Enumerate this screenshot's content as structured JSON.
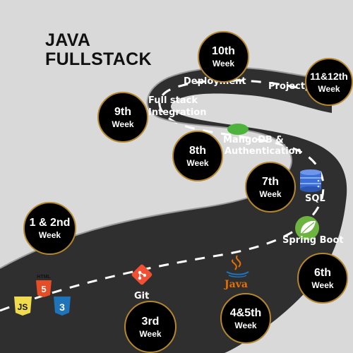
{
  "title": {
    "line1": "JAVA",
    "line2": "FULLSTACK"
  },
  "colors": {
    "background": "#d9d9d9",
    "road": "#2f2f2f",
    "road_dash": "#ffffff",
    "badge_fill": "#000000",
    "badge_border": "#b5872d",
    "mongo": "#4db33d",
    "spring": "#6db33f",
    "git": "#f05033",
    "java": "#e76f00",
    "html": "#e44d26",
    "css": "#1f73b8",
    "js": "#f0db4f",
    "sql": "#3b6fd9"
  },
  "milestones": [
    {
      "id": "w1-2",
      "number": "1 & 2nd",
      "unit": "Week"
    },
    {
      "id": "w3",
      "number": "3rd",
      "unit": "Week"
    },
    {
      "id": "w4-5",
      "number": "4&5th",
      "unit": "Week"
    },
    {
      "id": "w6",
      "number": "6th",
      "unit": "Week"
    },
    {
      "id": "w7",
      "number": "7th",
      "unit": "Week"
    },
    {
      "id": "w8",
      "number": "8th",
      "unit": "Week"
    },
    {
      "id": "w9",
      "number": "9th",
      "unit": "Week"
    },
    {
      "id": "w10",
      "number": "10th",
      "unit": "Week"
    },
    {
      "id": "w11-12",
      "number": "11&12th",
      "unit": "Week"
    }
  ],
  "labels": {
    "git": "Git",
    "java": "Java",
    "spring": "Spring Boot",
    "sql": "SQL",
    "mongo_line1": "MangoDB &",
    "mongo_line2": "Authentication",
    "fullstack_line1": "Full stack",
    "fullstack_line2": "Integration",
    "deployment": "Deployment",
    "project": "Project",
    "html_logo": "HTML",
    "css_logo": "3",
    "js_logo": "JS",
    "html_number": "5"
  },
  "icons": [
    "html5-icon",
    "css3-icon",
    "javascript-icon",
    "git-icon",
    "java-icon",
    "spring-leaf-icon",
    "database-icon",
    "mongodb-leaf-icon"
  ]
}
